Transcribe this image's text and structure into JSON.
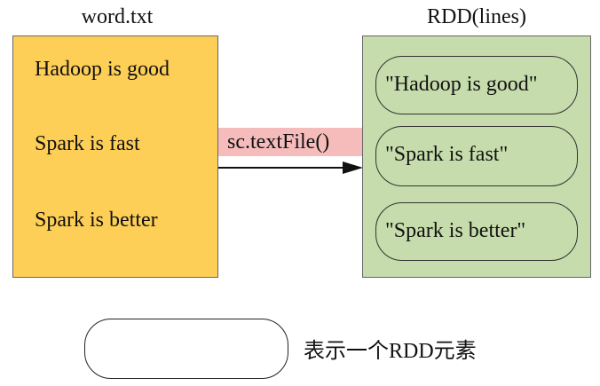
{
  "file": {
    "title": "word.txt",
    "lines": [
      "Hadoop is good",
      "Spark is fast",
      "Spark is better"
    ],
    "fill_color": "#fecf57"
  },
  "operation": {
    "label": "sc.textFile()",
    "highlight_color": "#f6bcbc"
  },
  "rdd": {
    "title": "RDD(lines)",
    "elements": [
      "\"Hadoop is good\"",
      "\"Spark is fast\"",
      "\"Spark is better\""
    ],
    "fill_color": "#c6dcac"
  },
  "legend": {
    "label": "表示一个RDD元素"
  }
}
